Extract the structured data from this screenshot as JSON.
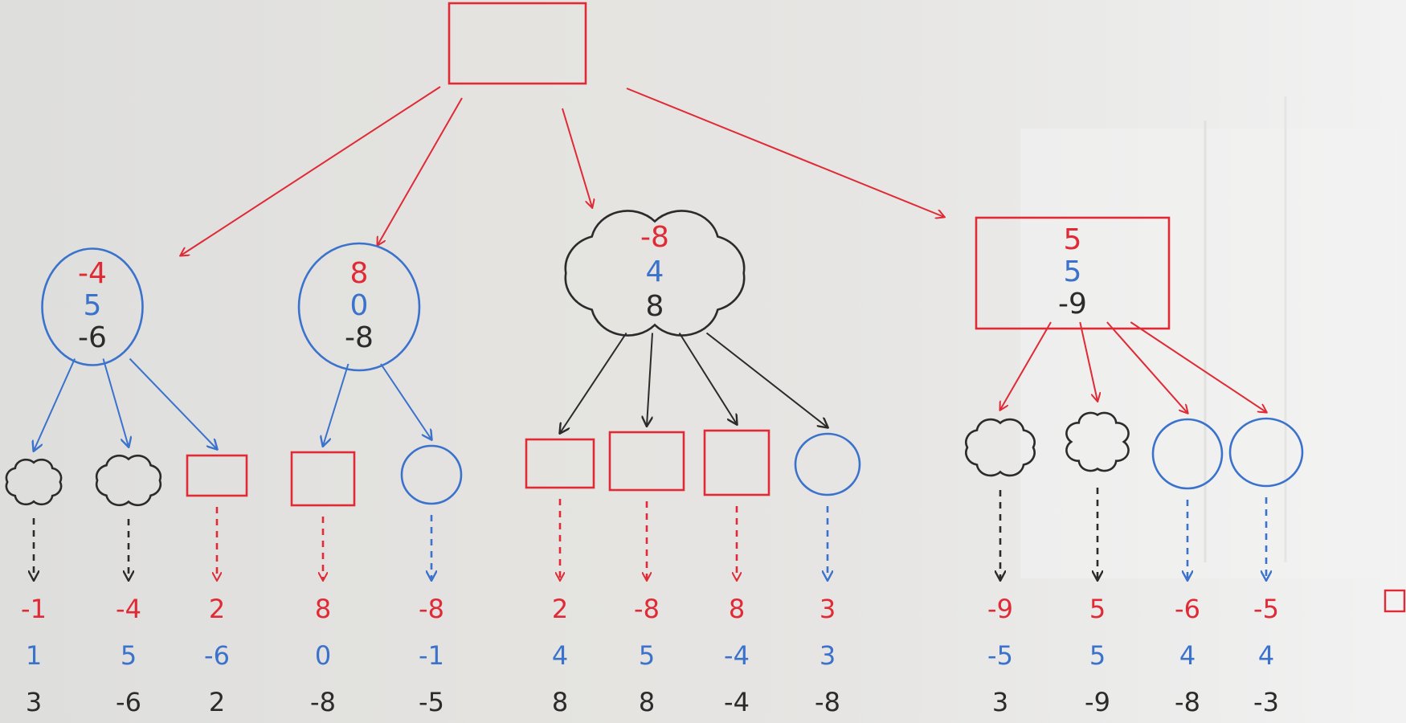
{
  "colors": {
    "red": "#e02a35",
    "blue": "#3a72cc",
    "black": "#2b2b2b"
  },
  "root": {
    "shape": "rect",
    "color": "red"
  },
  "middle": [
    {
      "shape": "circle",
      "color": "blue",
      "values": [
        "-4",
        "5",
        "-6"
      ]
    },
    {
      "shape": "circle",
      "color": "blue",
      "values": [
        "8",
        "0",
        "-8"
      ]
    },
    {
      "shape": "cloud",
      "color": "black",
      "values": [
        "-8",
        "4",
        "8"
      ]
    },
    {
      "shape": "rect",
      "color": "red",
      "values": [
        "5",
        "5",
        "-9"
      ]
    }
  ],
  "leaves": [
    {
      "shape": "cloud",
      "color": "black",
      "values": [
        "-1",
        "1",
        "3"
      ]
    },
    {
      "shape": "cloud",
      "color": "black",
      "values": [
        "-4",
        "5",
        "-6"
      ]
    },
    {
      "shape": "rect",
      "color": "red",
      "values": [
        "2",
        "-6",
        "2"
      ]
    },
    {
      "shape": "rect",
      "color": "red",
      "values": [
        "8",
        "0",
        "-8"
      ]
    },
    {
      "shape": "circle",
      "color": "blue",
      "values": [
        "-8",
        "-1",
        "-5"
      ]
    },
    {
      "shape": "rect",
      "color": "red",
      "values": [
        "2",
        "4",
        "8"
      ]
    },
    {
      "shape": "rect",
      "color": "red",
      "values": [
        "-8",
        "5",
        "8"
      ]
    },
    {
      "shape": "rect",
      "color": "red",
      "values": [
        "8",
        "-4",
        "-4"
      ]
    },
    {
      "shape": "circle",
      "color": "blue",
      "values": [
        "3",
        "3",
        "-8"
      ]
    },
    {
      "shape": "cloud",
      "color": "black",
      "values": [
        "-9",
        "-5",
        "3"
      ]
    },
    {
      "shape": "cloud",
      "color": "black",
      "values": [
        "5",
        "5",
        "-9"
      ]
    },
    {
      "shape": "circle",
      "color": "blue",
      "values": [
        "-6",
        "4",
        "-8"
      ]
    },
    {
      "shape": "circle",
      "color": "blue",
      "values": [
        "-5",
        "4",
        "-3"
      ]
    }
  ],
  "value_colors": [
    "red",
    "blue",
    "black"
  ]
}
